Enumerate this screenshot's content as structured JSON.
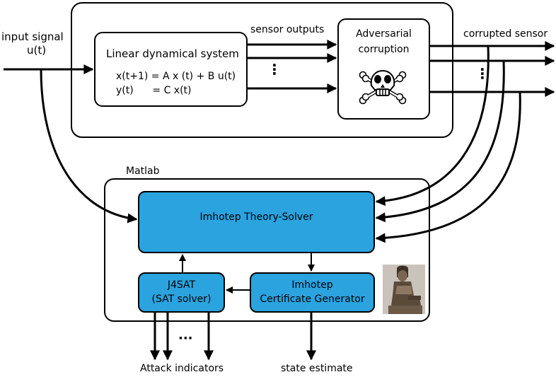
{
  "labels": {
    "input_signal": "input signal",
    "input_u": "u(t)",
    "sensor_outputs": "sensor outputs",
    "corrupted_sensor": "corrupted sensor",
    "matlab": "Matlab",
    "attack_indicators": "Attack indicators",
    "state_estimate": "state estimate"
  },
  "lds": {
    "title": "Linear dynamical system",
    "eq1": "x(t+1) = A x (t) + B u(t)",
    "eq2": "y(t)      = C x(t)"
  },
  "adversary": {
    "line1": "Adversarial",
    "line2": "corruption",
    "icon": "skull-crossbones-icon"
  },
  "solver": {
    "title": "Imhotep Theory-Solver"
  },
  "j4sat": {
    "line1": "J4SAT",
    "line2": "(SAT solver)"
  },
  "certgen": {
    "line1": "Imhotep",
    "line2": "Certificate Generator"
  },
  "ellipsis": {
    "vertical": "⋮",
    "horizontal": "···"
  },
  "colors": {
    "block_fill": "#2aa3df",
    "line": "#000000",
    "statue": "#6b5a48"
  }
}
